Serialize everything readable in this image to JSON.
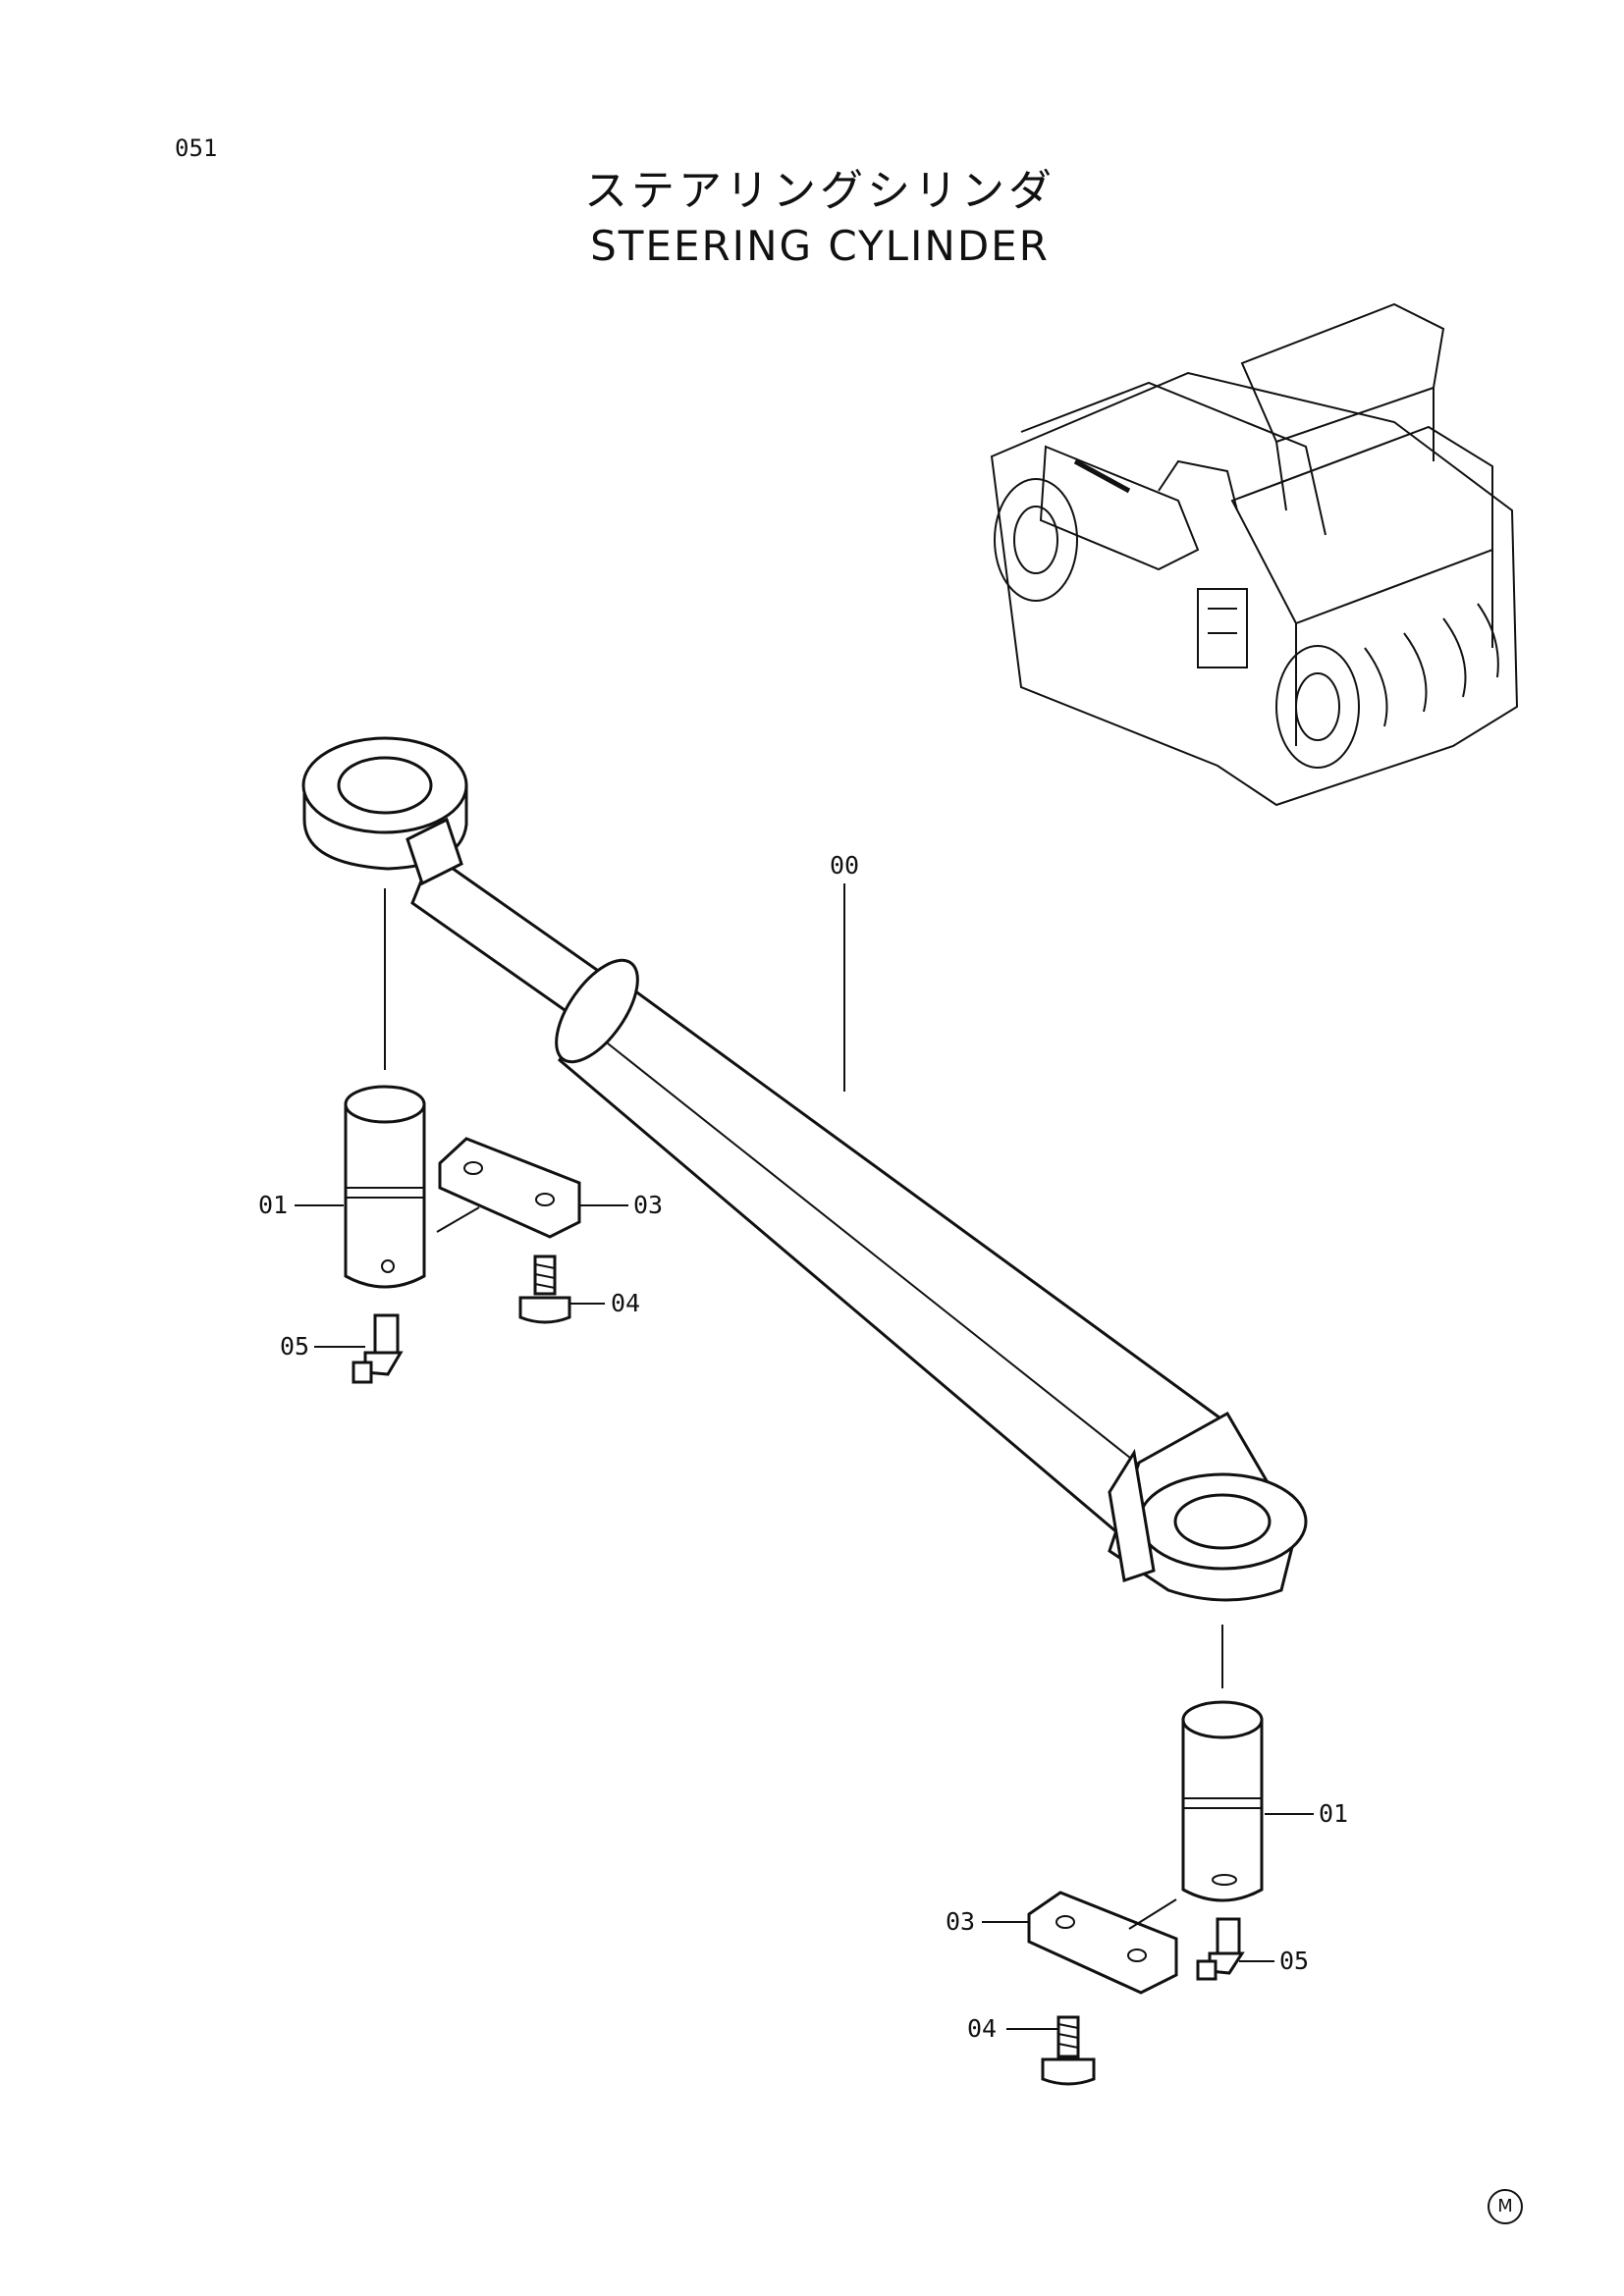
{
  "page": {
    "number": "051"
  },
  "title": {
    "japanese": "ステアリングシリンダ",
    "english": "STEERING CYLINDER"
  },
  "callouts": {
    "c00": "00",
    "c01_left": "01",
    "c01_right": "01",
    "c03_left": "03",
    "c03_right": "03",
    "c04_left": "04",
    "c04_right": "04",
    "c05_left": "05",
    "c05_right": "05"
  },
  "corner_mark": "M"
}
